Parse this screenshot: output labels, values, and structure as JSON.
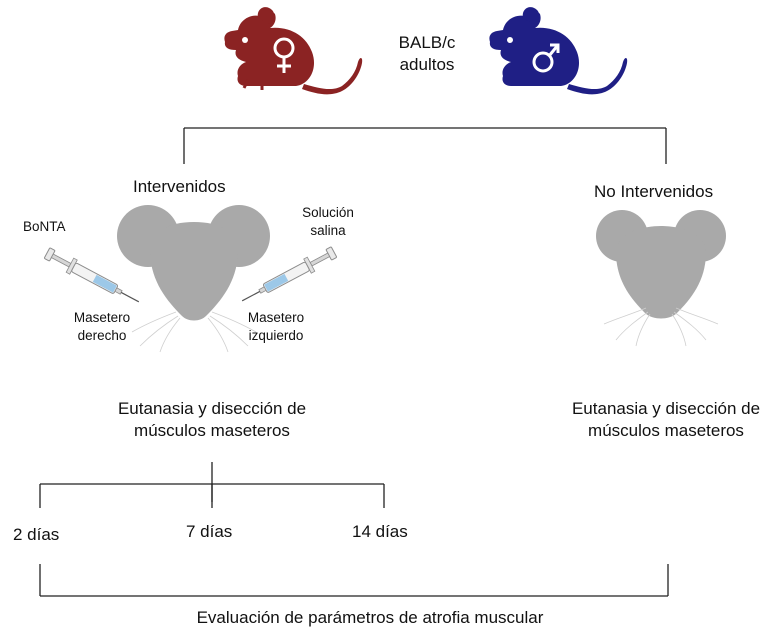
{
  "colors": {
    "female_mouse": "#8B2323",
    "male_mouse": "#1F1F85",
    "mouse_head": "#A9A9A9",
    "lines": "#222222",
    "syringe_liquid": "#9CC8E8"
  },
  "icons": [
    "female-mouse-icon",
    "male-mouse-icon",
    "female-symbol-icon",
    "male-symbol-icon",
    "mouse-head-icon",
    "syringe-icon"
  ],
  "header": {
    "strain": "BALB/c",
    "age": "adultos"
  },
  "groups": {
    "treated": {
      "label": "Intervenidos",
      "left_injection": {
        "substance": "BoNTA",
        "target_line1": "Masetero",
        "target_line2": "derecho"
      },
      "right_injection": {
        "substance_line1": "Solución",
        "substance_line2": "salina",
        "target_line1": "Masetero",
        "target_line2": "izquierdo"
      },
      "procedure_line1": "Eutanasia y disección de",
      "procedure_line2": "músculos maseteros"
    },
    "control": {
      "label": "No Intervenidos",
      "procedure_line1": "Eutanasia y disección de",
      "procedure_line2": "músculos maseteros"
    }
  },
  "timepoints": [
    "2 días",
    "7 días",
    "14 días"
  ],
  "footer": "Evaluación de parámetros de atrofia muscular"
}
